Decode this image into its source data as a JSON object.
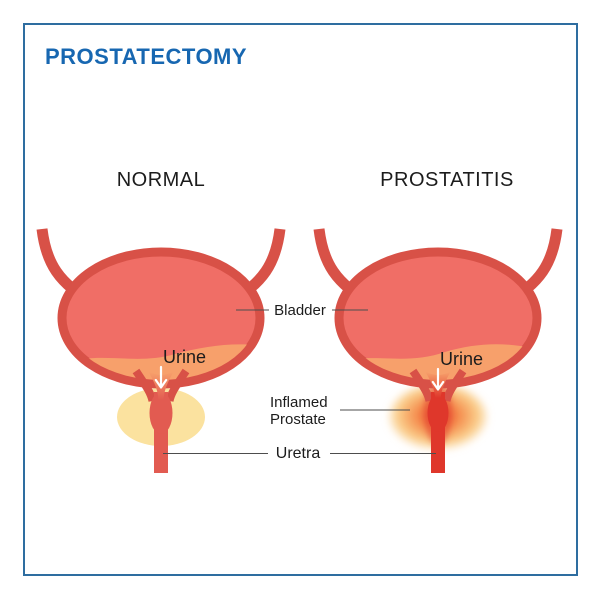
{
  "title": {
    "text": "PROSTATECTOMY"
  },
  "headings": {
    "left": "NORMAL",
    "right": "PROSTATITIS"
  },
  "labels": {
    "bladder": "Bladder",
    "urine_left": "Urine",
    "urine_right": "Urine",
    "inflamed_prostate": "Inflamed Prostate",
    "urethra": "Uretra"
  },
  "icons": {
    "urine_flow_left": "down-arrow-icon",
    "urine_flow_right": "down-arrow-icon"
  },
  "colors": {
    "frame_border": "#2E6DA0",
    "title_blue": "#1767B1",
    "label_text": "#1C1C1C",
    "leader_line": "#4D4D4D",
    "outline_red": "#D85147",
    "bladder_fill": "#F06E66",
    "urine_orange": "#F7A06B",
    "prostate_yellow": "#FBE29F",
    "tube_red": "#E25B51",
    "tube_bright": "#DF372B",
    "inflamed_center": "#E8452F",
    "inflamed_mid": "#F58A4B",
    "inflamed_edge": "#FACE8A",
    "arrow_white": "#FFFFFF"
  }
}
